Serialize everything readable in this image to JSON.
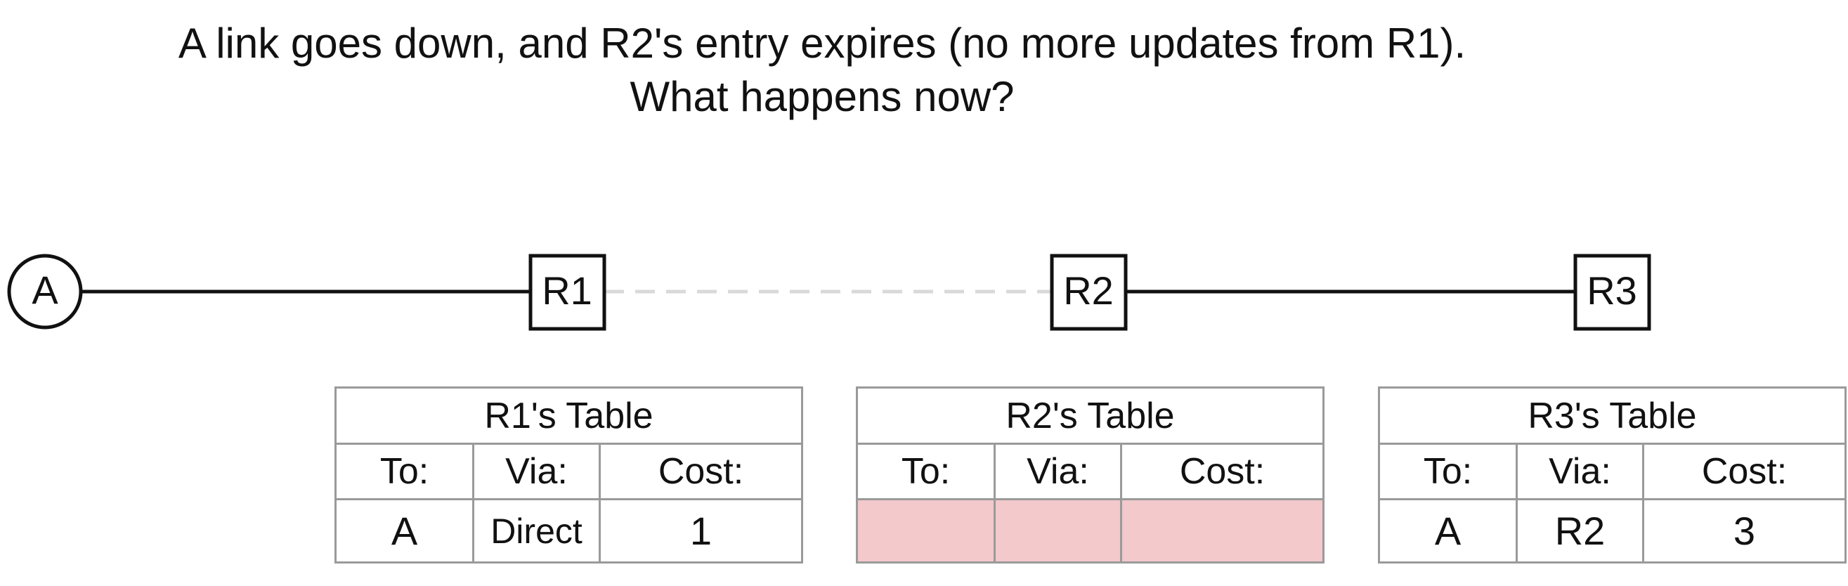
{
  "title": {
    "line1": "A link goes down, and R2's entry expires (no more updates from R1).",
    "line2": "What happens now?"
  },
  "nodes": {
    "host": "A",
    "r1": "R1",
    "r2": "R2",
    "r3": "R3"
  },
  "links": {
    "a_r1": "up",
    "r1_r2": "down",
    "r2_r3": "up"
  },
  "colors": {
    "link_up": "#111111",
    "link_down": "#d9d9d9",
    "expired_row": "#f3c9cb",
    "table_border": "#9a9a9a"
  },
  "tables": {
    "r1": {
      "caption": "R1's Table",
      "headers": [
        "To:",
        "Via:",
        "Cost:"
      ],
      "row": [
        "A",
        "Direct",
        "1"
      ]
    },
    "r2": {
      "caption": "R2's Table",
      "headers": [
        "To:",
        "Via:",
        "Cost:"
      ],
      "row": [
        "",
        "",
        ""
      ]
    },
    "r3": {
      "caption": "R3's Table",
      "headers": [
        "To:",
        "Via:",
        "Cost:"
      ],
      "row": [
        "A",
        "R2",
        "3"
      ]
    }
  }
}
